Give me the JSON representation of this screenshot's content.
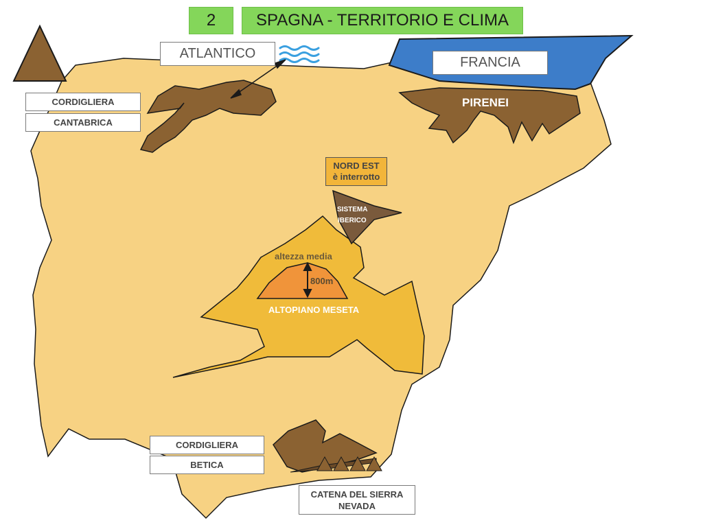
{
  "slide": {
    "number": "2",
    "title": "SPAGNA - TERRITORIO E CLIMA"
  },
  "labels": {
    "atlantico": "ATLANTICO",
    "francia": "FRANCIA",
    "pirenei": "PIRENEI",
    "cordigliera_cantabrica_1": "CORDIGLIERA",
    "cordigliera_cantabrica_2": "CANTABRICA",
    "nord_est_1": "NORD EST",
    "nord_est_2": "è interrotto",
    "sistema_iberico_1": "SISTEMA",
    "sistema_iberico_2": "IBERICO",
    "altezza_media": "altezza media",
    "altezza_value": "800m",
    "meseta": "ALTOPIANO MESETA",
    "cordigliera_betica_1": "CORDIGLIERA",
    "cordigliera_betica_2": "BETICA",
    "sierra_nevada_1": "CATENA DEL SIERRA",
    "sierra_nevada_2": "NEVADA"
  },
  "colors": {
    "land": "#f7d283",
    "meseta": "#f0bb3a",
    "plateau": "#f0943a",
    "mountain": "#8b6232",
    "sistema": "#7a5a3c",
    "sea": "#3d7dc9",
    "water_icon": "#3aa0e0",
    "title_green": "#84d65a"
  }
}
